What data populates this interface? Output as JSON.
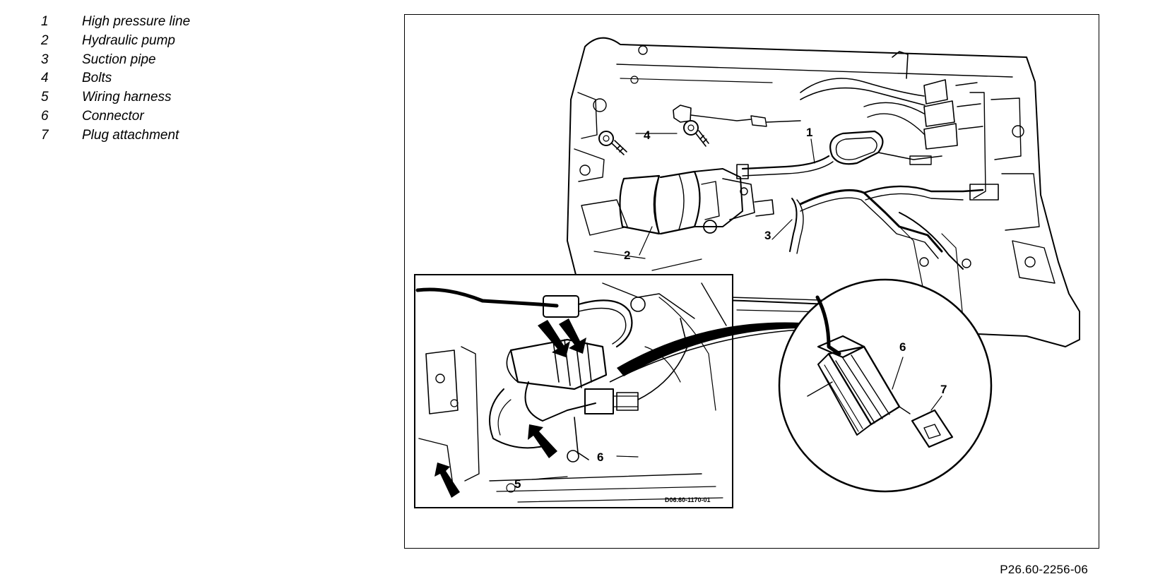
{
  "legend": [
    {
      "number": "1",
      "label": "High pressure line"
    },
    {
      "number": "2",
      "label": "Hydraulic pump"
    },
    {
      "number": "3",
      "label": "Suction pipe"
    },
    {
      "number": "4",
      "label": "Bolts"
    },
    {
      "number": "5",
      "label": "Wiring harness"
    },
    {
      "number": "6",
      "label": "Connector"
    },
    {
      "number": "7",
      "label": "Plug attachment"
    }
  ],
  "figure": {
    "id": "P26.60-2256-06",
    "inset_code": "D06.60-1170-01",
    "callouts": {
      "high_pressure_line": "1",
      "hydraulic_pump": "2",
      "suction_pipe": "3",
      "bolts": "4",
      "wiring_harness": "5",
      "connector_inset": "6",
      "connector_detail": "6",
      "plug_attachment": "7"
    }
  },
  "colors": {
    "line": "#000000",
    "background": "#ffffff"
  }
}
